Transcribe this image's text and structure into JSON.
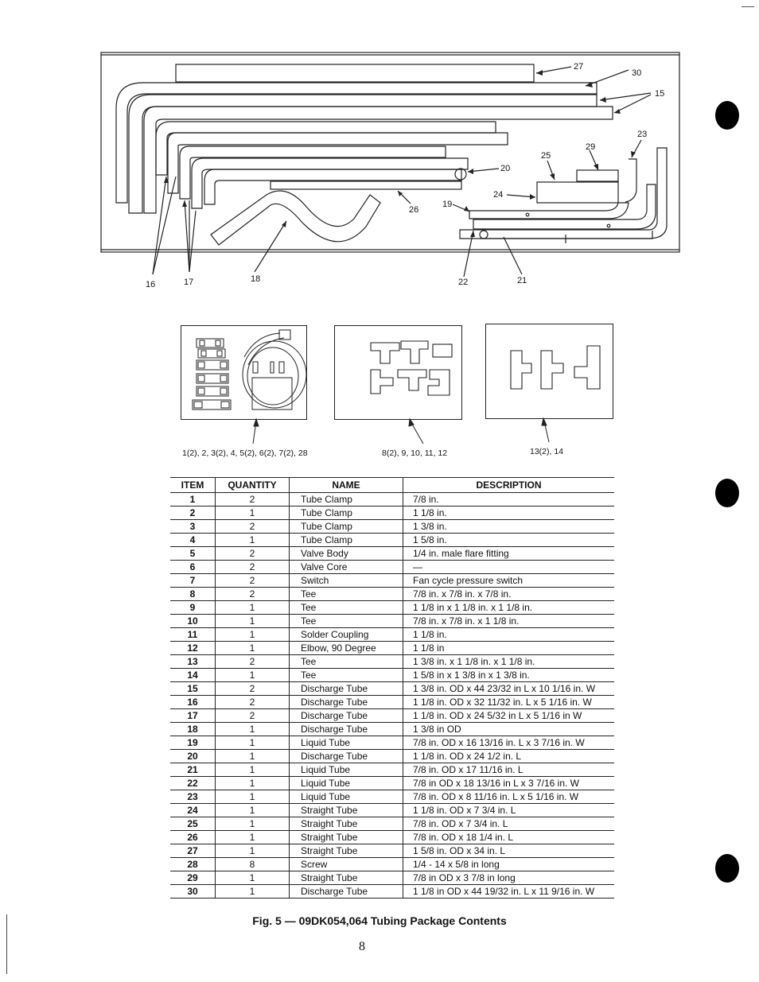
{
  "figure": {
    "callouts": {
      "c27": "27",
      "c30": "30",
      "c15": "15",
      "c23": "23",
      "c29": "29",
      "c25": "25",
      "c20": "20",
      "c24": "24",
      "c19": "19",
      "c26": "26",
      "c16": "16",
      "c17": "17",
      "c18": "18",
      "c22": "22",
      "c21": "21"
    }
  },
  "subfigures": {
    "label_left": "1(2), 2, 3(2), 4, 5(2), 6(2), 7(2), 28",
    "label_middle": "8(2), 9, 10, 11, 12",
    "label_right": "13(2), 14"
  },
  "table": {
    "headers": {
      "item": "ITEM",
      "quantity": "QUANTITY",
      "name": "NAME",
      "description": "DESCRIPTION"
    },
    "rows": [
      {
        "item": "1",
        "quantity": "2",
        "name": "Tube Clamp",
        "description": "7/8 in."
      },
      {
        "item": "2",
        "quantity": "1",
        "name": "Tube Clamp",
        "description": "1 1/8 in."
      },
      {
        "item": "3",
        "quantity": "2",
        "name": "Tube Clamp",
        "description": "1 3/8 in."
      },
      {
        "item": "4",
        "quantity": "1",
        "name": "Tube Clamp",
        "description": "1 5/8 in."
      },
      {
        "item": "5",
        "quantity": "2",
        "name": "Valve Body",
        "description": "1/4 in. male flare fitting"
      },
      {
        "item": "6",
        "quantity": "2",
        "name": "Valve Core",
        "description": "—"
      },
      {
        "item": "7",
        "quantity": "2",
        "name": "Switch",
        "description": "Fan cycle pressure switch"
      },
      {
        "item": "8",
        "quantity": "2",
        "name": "Tee",
        "description": "7/8 in. x 7/8 in. x 7/8 in."
      },
      {
        "item": "9",
        "quantity": "1",
        "name": "Tee",
        "description": "1 1/8 in  x 1 1/8 in. x 1 1/8 in."
      },
      {
        "item": "10",
        "quantity": "1",
        "name": "Tee",
        "description": "7/8 in. x 7/8 in. x 1 1/8 in."
      },
      {
        "item": "11",
        "quantity": "1",
        "name": "Solder Coupling",
        "description": "1 1/8 in."
      },
      {
        "item": "12",
        "quantity": "1",
        "name": "Elbow, 90 Degree",
        "description": "1 1/8 in"
      },
      {
        "item": "13",
        "quantity": "2",
        "name": "Tee",
        "description": "1 3/8 in. x 1 1/8 in. x 1 1/8 in."
      },
      {
        "item": "14",
        "quantity": "1",
        "name": "Tee",
        "description": "1 5/8 in  x 1 3/8 in  x 1 3/8 in."
      },
      {
        "item": "15",
        "quantity": "2",
        "name": "Discharge Tube",
        "description": "1 3/8 in. OD x 44 23/32 in  L x 10 1/16 in. W"
      },
      {
        "item": "16",
        "quantity": "2",
        "name": "Discharge Tube",
        "description": "1 1/8 in. OD x 32 11/32 in. L x 5 1/16 in. W"
      },
      {
        "item": "17",
        "quantity": "2",
        "name": "Discharge Tube",
        "description": "1 1/8 in. OD x 24 5/32 in  L x 5 1/16 in  W"
      },
      {
        "item": "18",
        "quantity": "1",
        "name": "Discharge Tube",
        "description": "1 3/8 in  OD"
      },
      {
        "item": "19",
        "quantity": "1",
        "name": "Liquid Tube",
        "description": "7/8 in. OD x 16 13/16 in. L x 3 7/16 in. W"
      },
      {
        "item": "20",
        "quantity": "1",
        "name": "Discharge Tube",
        "description": "1 1/8 in. OD x 24 1/2 in. L"
      },
      {
        "item": "21",
        "quantity": "1",
        "name": "Liquid Tube",
        "description": "7/8 in. OD x 17 11/16 in. L"
      },
      {
        "item": "22",
        "quantity": "1",
        "name": "Liquid Tube",
        "description": "7/8 in  OD x 18 13/16 in  L x 3 7/16 in. W"
      },
      {
        "item": "23",
        "quantity": "1",
        "name": "Liquid Tube",
        "description": "7/8 in. OD x 8 11/16 in. L x 5 1/16 in. W"
      },
      {
        "item": "24",
        "quantity": "1",
        "name": "Straight Tube",
        "description": "1 1/8 in. OD x 7 3/4 in. L"
      },
      {
        "item": "25",
        "quantity": "1",
        "name": "Straight Tube",
        "description": "7/8 in. OD x 7 3/4 in. L"
      },
      {
        "item": "26",
        "quantity": "1",
        "name": "Straight Tube",
        "description": "7/8 in. OD x 18 1/4 in. L"
      },
      {
        "item": "27",
        "quantity": "1",
        "name": "Straight Tube",
        "description": "1 5/8 in. OD x 34 in. L"
      },
      {
        "item": "28",
        "quantity": "8",
        "name": "Screw",
        "description": "1/4 - 14 x 5/8 in  long"
      },
      {
        "item": "29",
        "quantity": "1",
        "name": "Straight Tube",
        "description": "7/8 in  OD x 3 7/8 in  long"
      },
      {
        "item": "30",
        "quantity": "1",
        "name": "Discharge Tube",
        "description": "1 1/8 in  OD x 44 19/32 in. L x 11 9/16 in. W"
      }
    ]
  },
  "caption": "Fig. 5 — 09DK054,064 Tubing Package Contents",
  "page_number": "8"
}
